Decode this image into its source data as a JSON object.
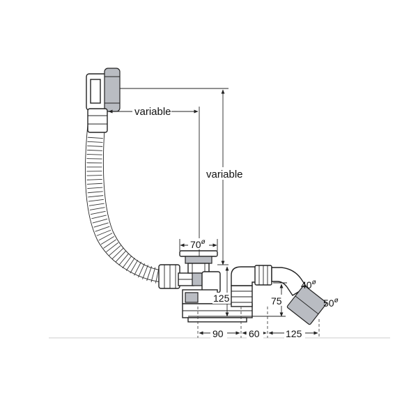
{
  "dimensions": {
    "overflow_horizontal": "variable",
    "overflow_vertical": "variable",
    "waste_diameter": "70",
    "height_125": "125",
    "height_75": "75",
    "length_90": "90",
    "length_60": "60",
    "length_125": "125",
    "outlet_40": "40",
    "outlet_50": "50",
    "diameter_symbol": "ø"
  }
}
